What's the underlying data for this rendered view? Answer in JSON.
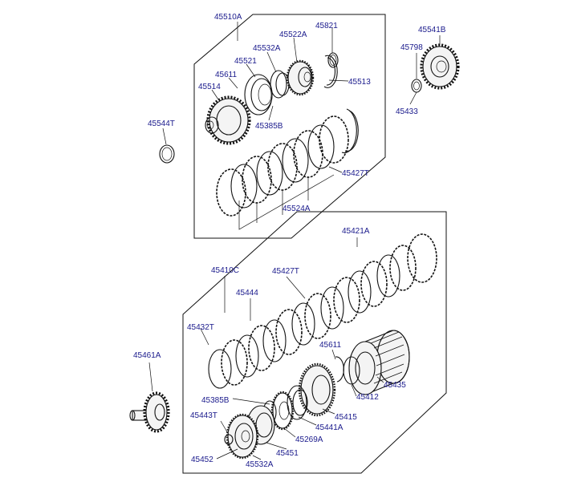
{
  "diagram": {
    "part_numbers": {
      "p45510a": "45510A",
      "p45821": "45821",
      "p45522a": "45522A",
      "p45532a_top": "45532A",
      "p45521": "45521",
      "p45611_top": "45611",
      "p45514": "45514",
      "p45513": "45513",
      "p45385b_top": "45385B",
      "p45544t": "45544T",
      "p45427t_top": "45427T",
      "p45524a": "45524A",
      "p45541b": "45541B",
      "p45798": "45798",
      "p45433": "45433",
      "p45421a": "45421A",
      "p45410c": "45410C",
      "p45427t_mid": "45427T",
      "p45444": "45444",
      "p45432t": "45432T",
      "p45611_mid": "45611",
      "p45461a": "45461A",
      "p45435": "45435",
      "p45412": "45412",
      "p45385b_bot": "45385B",
      "p45415": "45415",
      "p45443t": "45443T",
      "p45441a": "45441A",
      "p45269a": "45269A",
      "p45452": "45452",
      "p45451": "45451",
      "p45532a_bot": "45532A"
    }
  }
}
